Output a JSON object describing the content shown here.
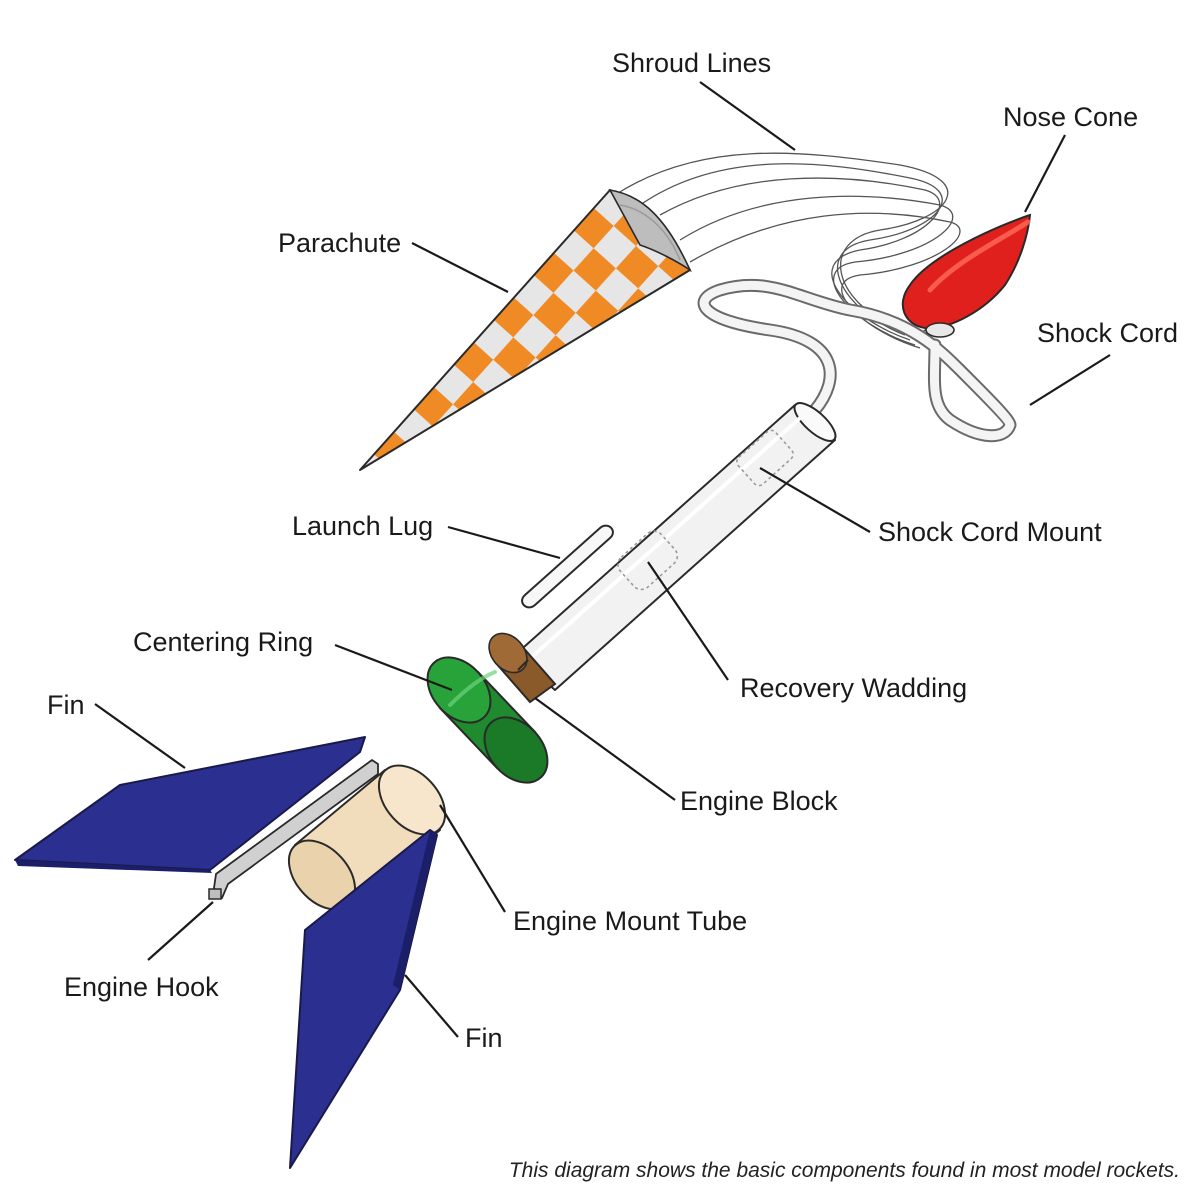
{
  "labels": {
    "shroud_lines": "Shroud Lines",
    "nose_cone": "Nose Cone",
    "parachute": "Parachute",
    "shock_cord": "Shock Cord",
    "launch_lug": "Launch Lug",
    "shock_cord_mount": "Shock Cord Mount",
    "centering_ring": "Centering Ring",
    "recovery_wadding": "Recovery Wadding",
    "fin_left": "Fin",
    "engine_block": "Engine Block",
    "engine_mount_tube": "Engine Mount Tube",
    "engine_hook": "Engine Hook",
    "fin_bottom": "Fin"
  },
  "caption": "This diagram shows the basic components found in most model rockets.",
  "colors": {
    "fin": "#2b2f8f",
    "nose_cone": "#e0201c",
    "centering_ring": "#1f8a2e",
    "engine_block": "#8a5a2b",
    "engine_mount_tube": "#f1dcbc",
    "parachute_orange": "#f08a24",
    "parachute_light": "#e6e6e6",
    "body_tube": "#f2f2f2"
  }
}
